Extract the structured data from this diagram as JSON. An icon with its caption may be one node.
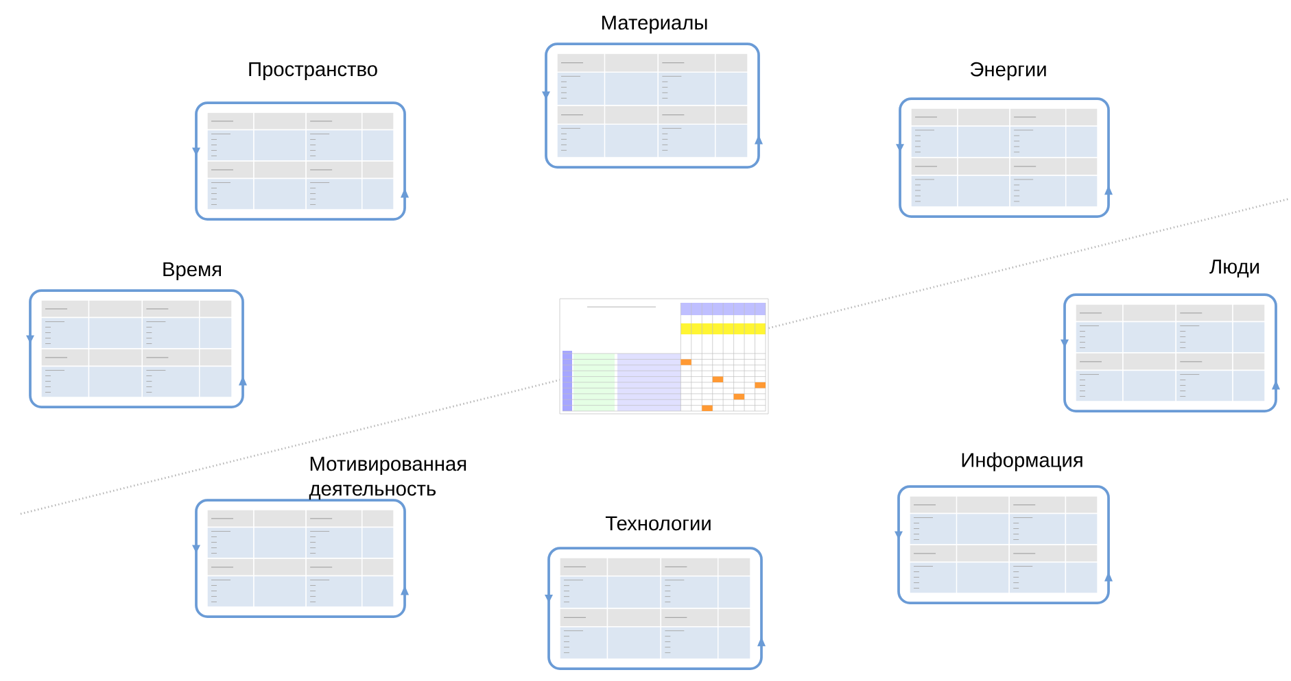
{
  "diagram": {
    "nodes": [
      {
        "text": [
          "Материалы"
        ]
      },
      {
        "text": [
          "Пространство"
        ]
      },
      {
        "text": [
          "Энергии"
        ]
      },
      {
        "text": [
          "Время"
        ]
      },
      {
        "text": [],
        "shape": "picture"
      },
      {
        "text": [
          "Люди"
        ]
      },
      {
        "text": [
          "Мотивированная деятельность"
        ]
      },
      {
        "text": [
          "Информация"
        ]
      },
      {
        "text": [
          "Технологии"
        ]
      }
    ]
  }
}
